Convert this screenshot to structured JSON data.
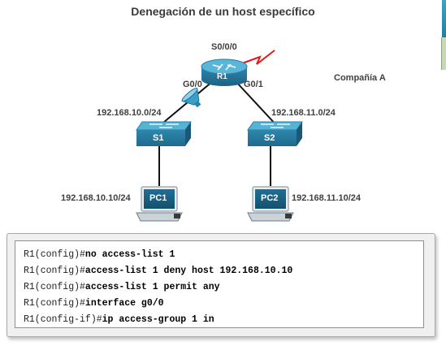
{
  "title": "Denegación de un host específico",
  "company_label": "Compañía A",
  "router": {
    "name": "R1",
    "serial_if": "S0/0/0",
    "left_if": "G0/0",
    "right_if": "G0/1"
  },
  "switches": [
    {
      "name": "S1",
      "network": "192.168.10.0/24"
    },
    {
      "name": "S2",
      "network": "192.168.11.0/24"
    }
  ],
  "pcs": [
    {
      "name": "PC1",
      "ip": "192.168.10.10/24"
    },
    {
      "name": "PC2",
      "ip": "192.168.11.10/24"
    }
  ],
  "config_lines": [
    {
      "prompt": "R1(config)#",
      "command": "no access-list 1"
    },
    {
      "prompt": "R1(config)#",
      "command": "access-list 1 deny host 192.168.10.10"
    },
    {
      "prompt": "R1(config)#",
      "command": "access-list 1 permit any"
    },
    {
      "prompt": "R1(config)#",
      "command": "interface g0/0"
    },
    {
      "prompt": "R1(config-if)#",
      "command": "ip access-group 1 in"
    }
  ],
  "colors": {
    "device_blue": "#2f86ac",
    "device_top": "#55b3d6",
    "wan_link": "#e01818",
    "filter_icon": "#3aa0c6"
  }
}
